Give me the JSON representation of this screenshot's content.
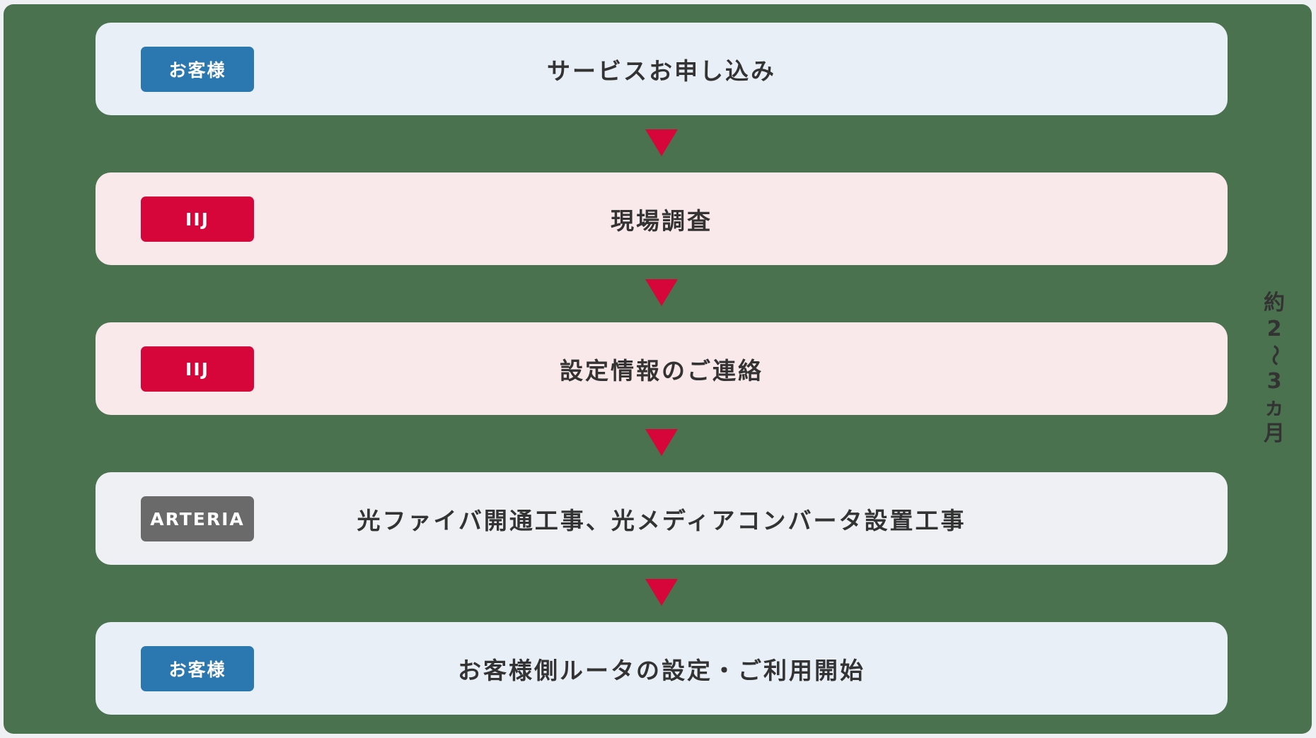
{
  "flow": {
    "steps": [
      {
        "actor": "お客様",
        "actor_type": "customer",
        "title": "サービスお申し込み"
      },
      {
        "actor": "IIJ",
        "actor_type": "iij",
        "title": "現場調査"
      },
      {
        "actor": "IIJ",
        "actor_type": "iij",
        "title": "設定情報のご連絡"
      },
      {
        "actor": "ARTERIA",
        "actor_type": "arteria",
        "title": "光ファイバ開通工事、光メディアコンバータ設置工事"
      },
      {
        "actor": "お客様",
        "actor_type": "customer",
        "title": "お客様側ルータの設定・ご利用開始"
      }
    ],
    "arrow_icon": "down-triangle-icon",
    "duration_label": {
      "full": "約2〜3ヵ月",
      "chars": [
        "約",
        "2",
        "〜",
        "3",
        "ヵ",
        "月"
      ]
    }
  },
  "colors": {
    "background": "#4a724e",
    "customer_badge": "#2b78b1",
    "customer_card": "#e8eff6",
    "iij_badge": "#d6063a",
    "iij_card": "#f9e9eb",
    "arteria_badge": "#6a6a6a",
    "arteria_card": "#eff0f3",
    "arrow": "#d6063a",
    "text": "#333333"
  }
}
